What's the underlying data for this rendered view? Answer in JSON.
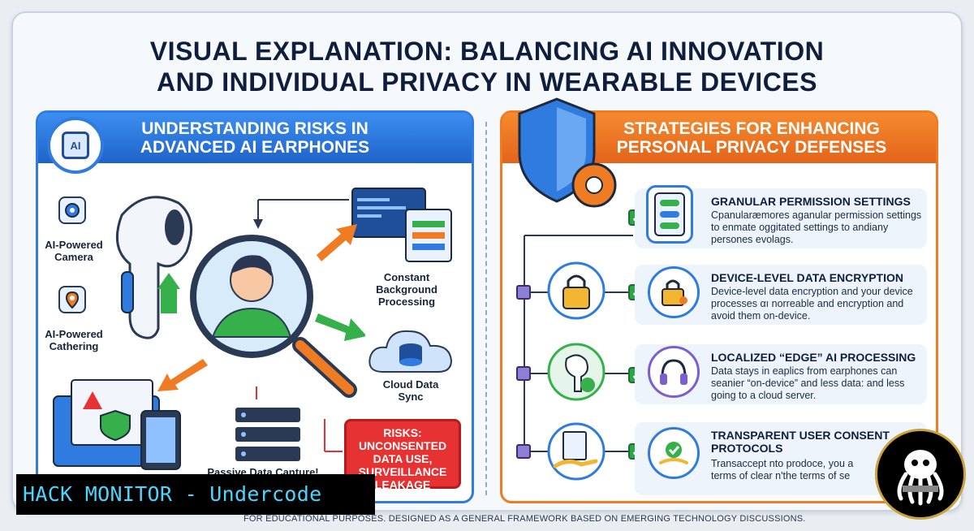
{
  "title": {
    "line1": "VISUAL EXPLANATION: BALANCING AI INNOVATION",
    "line2": "AND INDIVIDUAL PRIVACY IN WEARABLE DEVICES"
  },
  "left_panel": {
    "heading_line1": "UNDERSTANDING RISKS IN",
    "heading_line2": "ADVANCED AI EARPHONES",
    "chip_label": "AI",
    "labels": {
      "camera_line1": "AI-Powered",
      "camera_line2": "Camera",
      "gathering_line1": "AI-Powered",
      "gathering_line2": "Cathering",
      "processing_line1": "Constant",
      "processing_line2": "Background",
      "processing_line3": "Processing",
      "cloud_line1": "Cloud Data",
      "cloud_line2": "Sync",
      "passive": "Passive Data Canture!"
    },
    "risk_box": {
      "line1": "RISKS:",
      "line2": "UNCONSENTED",
      "line3": "DATA USE,",
      "line4": "SURVEILLANCE",
      "line5": "LEAKAGE"
    }
  },
  "right_panel": {
    "heading_line1": "STRATEGIES FOR ENHANCING",
    "heading_line2": "PERSONAL PRIVACY DEFENSES",
    "strategies": [
      {
        "title": "GRANULAR PERMISSION SETTINGS",
        "desc": "Cpanularæmores aganular permission settings to enmate oggitated settings to andiany persones evolags."
      },
      {
        "title": "DEVICE-LEVEL DATA ENCRYPTION",
        "desc": "Device-level data encryption and your device processes αı norreable and encryption and avoid them on-device."
      },
      {
        "title": "LOCALIZED “EDGE” AI PROCESSING",
        "desc": "Data stays in eaplics from earphones can seanier “on-device” and less data: and less going to a cloud server."
      },
      {
        "title": "TRANSPARENT USER CONSENT PROTOCOLS",
        "desc": "Transaccept nto prodoce, you a terms of clear n'the terms of se"
      }
    ]
  },
  "footer": "FOR EDUCATIONAL PURPOSES. DESIGNED AS A GENERAL FRAMEWORK BASED ON EMERGING TECHNOLOGY DISCUSSIONS.",
  "watermark": "HACK MONITOR - Undercode",
  "colors": {
    "left_accent": "#2f7be0",
    "right_accent": "#ef7b22",
    "risk_red": "#e63232",
    "check_green": "#2fa54a"
  }
}
